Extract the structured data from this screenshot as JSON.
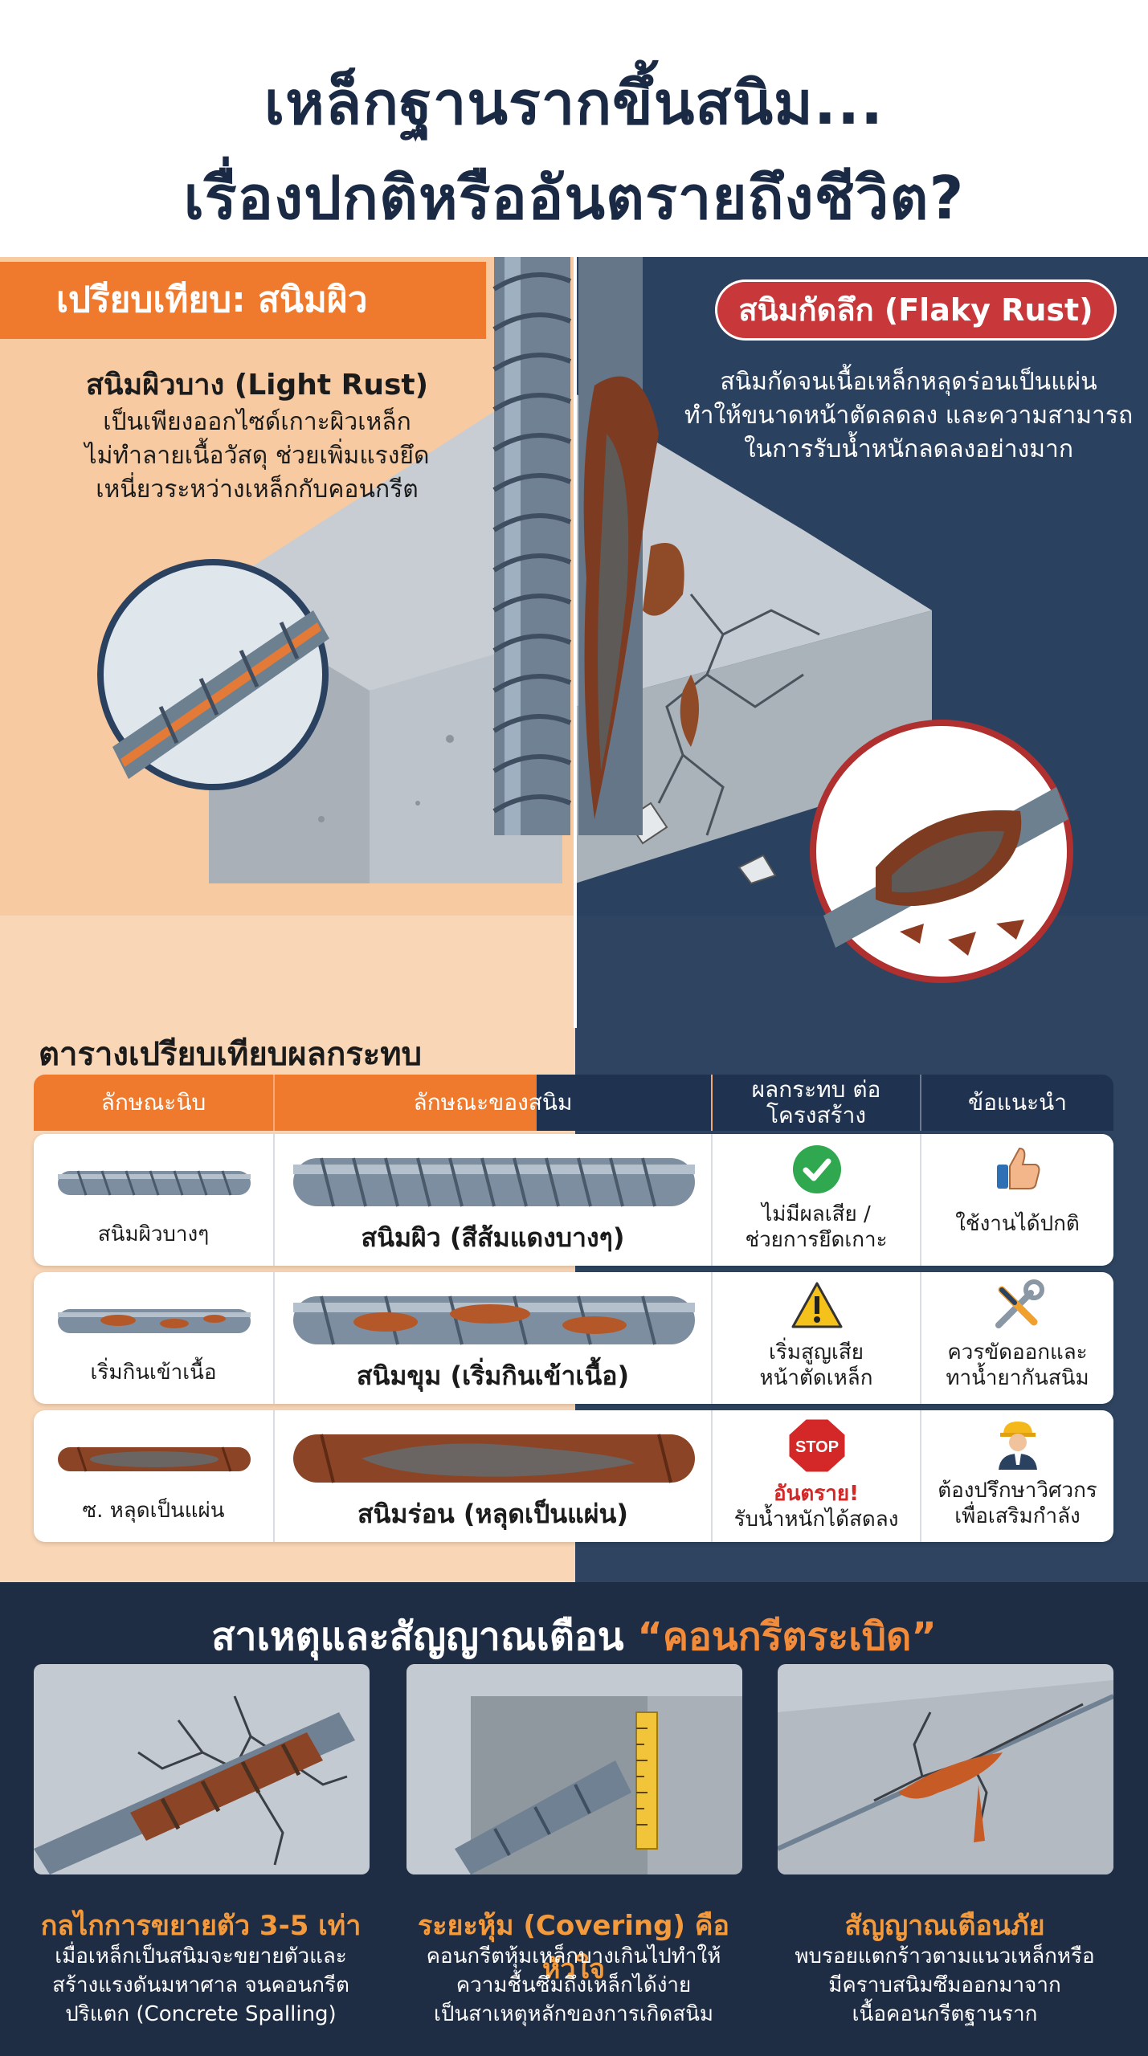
{
  "header": {
    "title_line1": "เหล็กฐานรากขึ้นสนิม...",
    "title_line2": "เรื่องปกติหรืออันตรายถึงชีวิต?"
  },
  "comparison": {
    "left_banner": "เปรียบเทียบ: สนิมผิว",
    "left_title": "สนิมผิวบาง (Light Rust)",
    "left_body": [
      "เป็นเพียงออกไซด์เกาะผิวเหล็ก",
      "ไม่ทำลายเนื้อวัสดุ ช่วยเพิ่มแรงยึด",
      "เหนี่ยวระหว่างเหล็กกับคอนกรีต"
    ],
    "right_banner": "สนิมกัดลึก (Flaky Rust)",
    "right_body": [
      "สนิมกัดจนเนื้อเหล็กหลุดร่อนเป็นแผ่น",
      "ทำให้ขนาดหน้าตัดลดลง และความสามารถ",
      "ในการรับน้ำหนักลดลงอย่างมาก"
    ]
  },
  "table": {
    "title": "ตารางเปรียบเทียบผลกระทบ",
    "headers": [
      "ลักษณะนิบ",
      "ลักษณะของสนิม",
      "ผลกระทบ ต่อโครงสร้าง",
      "ข้อแนะนำ"
    ],
    "rows": [
      {
        "small_label": "สนิมผิวบางๆ",
        "large_label": "สนิมผิว (สีส้มแดงบางๆ)",
        "impact": [
          "ไม่มีผลเสีย /",
          "ช่วยการยึดเกาะ"
        ],
        "advice": [
          "ใช้งานได้ปกติ"
        ],
        "icon": "check-icon"
      },
      {
        "small_label": "เริ่มกินเข้าเนื้อ",
        "large_label": "สนิมขุม (เริ่มกินเข้าเนื้อ)",
        "impact": [
          "เริ่มสูญเสีย",
          "หน้าตัดเหล็ก"
        ],
        "advice": [
          "ควรขัดออกและ",
          "ทาน้ำยากันสนิม"
        ],
        "icon": "warning-icon"
      },
      {
        "small_label": "ซ. หลุดเป็นแผ่น",
        "large_label": "สนิมร่อน (หลุดเป็นแผ่น)",
        "impact_danger": "อันตราย!",
        "impact": [
          "รับน้ำหนักได้สดลง"
        ],
        "advice": [
          "ต้องปรึกษาวิศวกร",
          "เพื่อเสริมกำลัง"
        ],
        "icon": "stop-icon",
        "stop_text": "STOP"
      }
    ]
  },
  "causes": {
    "title_prefix": "สาเหตุและสัญญาณเตือน ",
    "title_highlight": "“คอนกรีตระเบิด”",
    "cards": [
      {
        "title": "กลไกการขยายตัว 3-5 เท่า",
        "body": [
          "เมื่อเหล็กเป็นสนิมจะขยายตัวและ",
          "สร้างแรงดันมหาศาล จนคอนกรีต",
          "ปริแตก (Concrete Spalling)"
        ]
      },
      {
        "title": "ระยะหุ้ม (Covering) คือหัวใจ",
        "body": [
          "คอนกรีตหุ้มเหล็กบางเกินไปทำให้",
          "ความชื้นซึมถึงเหล็กได้ง่าย",
          "เป็นสาเหตุหลักของการเกิดสนิม"
        ]
      },
      {
        "title": "สัญญาณเตือนภัย",
        "body": [
          "พบรอยแตกร้าวตามแนวเหล็กหรือ",
          "มีคราบสนิมซึมออกมาจาก",
          "เนื้อคอนกรีตฐานราก"
        ]
      }
    ]
  },
  "colors": {
    "navy": "#1e2c44",
    "orange": "#ef7a2e",
    "red": "#c8373a",
    "peach": "#f9d6b6"
  }
}
